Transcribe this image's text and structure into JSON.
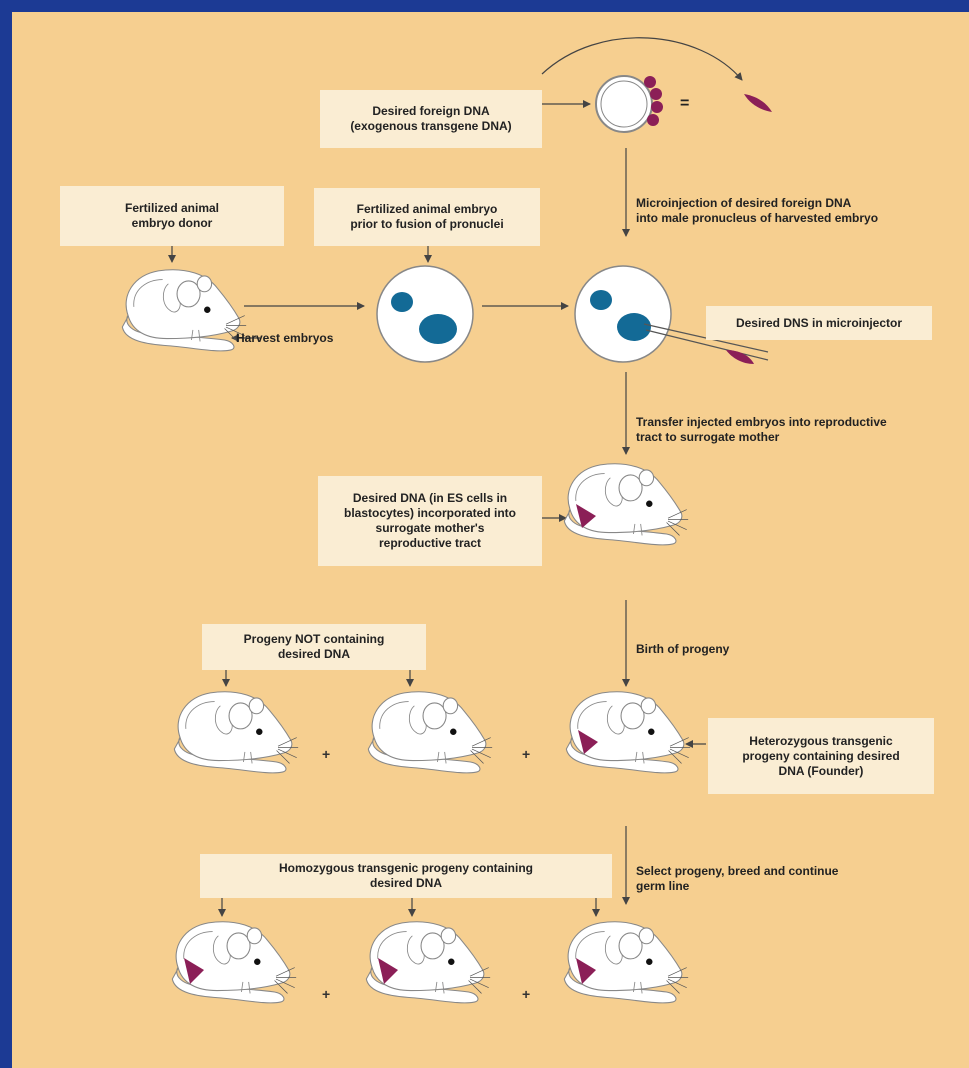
{
  "colors": {
    "frame": "#1c3a94",
    "background": "#f6cf90",
    "label_box": "#faedd3",
    "pronuclei": "#136a96",
    "transgene": "#8b1f57",
    "mouse_fill": "#ffffff",
    "mouse_outline": "#888888",
    "line": "#444444"
  },
  "labels": {
    "foreign_dna": "Desired foreign DNA\n(exogenous transgene DNA)",
    "equals": "=",
    "embryo_donor": "Fertilized animal\nembryo donor",
    "embryo_prior_fusion": "Fertilized animal embryo\nprior to fusion of pronuclei",
    "microinjection_step": "Microinjection of desired foreign DNA\ninto male pronucleus of harvested embryo",
    "harvest": "Harvest embryos",
    "dns_microinjector": "Desired DNS in microinjector",
    "transfer_step": "Transfer injected embryos into reproductive\ntract to surrogate mother",
    "incorporated": "Desired DNA (in ES cells in\nblastocytes) incorporated into\nsurrogate mother's\nreproductive tract",
    "not_containing": "Progeny NOT containing\ndesired DNA",
    "birth": "Birth of progeny",
    "heterozygous": "Heterozygous transgenic\nprogeny containing desired\nDNA (Founder)",
    "select_breed": "Select progeny, breed and continue\ngerm line",
    "homozygous": "Homozygous transgenic progeny containing\ndesired DNA",
    "plus": "+"
  },
  "icons": [
    "plasmid-icon",
    "dna-fragment-icon",
    "mouse-icon",
    "embryo-cell-icon",
    "microinjector-needle-icon"
  ]
}
